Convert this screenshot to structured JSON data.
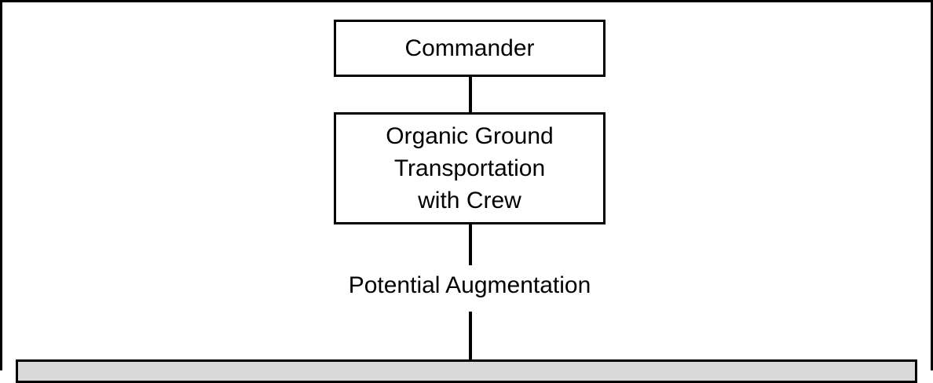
{
  "diagram": {
    "nodes": {
      "commander": "Commander",
      "organic_transport_lines": [
        "Organic Ground",
        "Transportation",
        "with Crew"
      ]
    },
    "connector_label": "Potential Augmentation",
    "colors": {
      "border": "#000000",
      "box_fill": "#ffffff",
      "bottom_box_fill": "#d9d9d9"
    }
  }
}
